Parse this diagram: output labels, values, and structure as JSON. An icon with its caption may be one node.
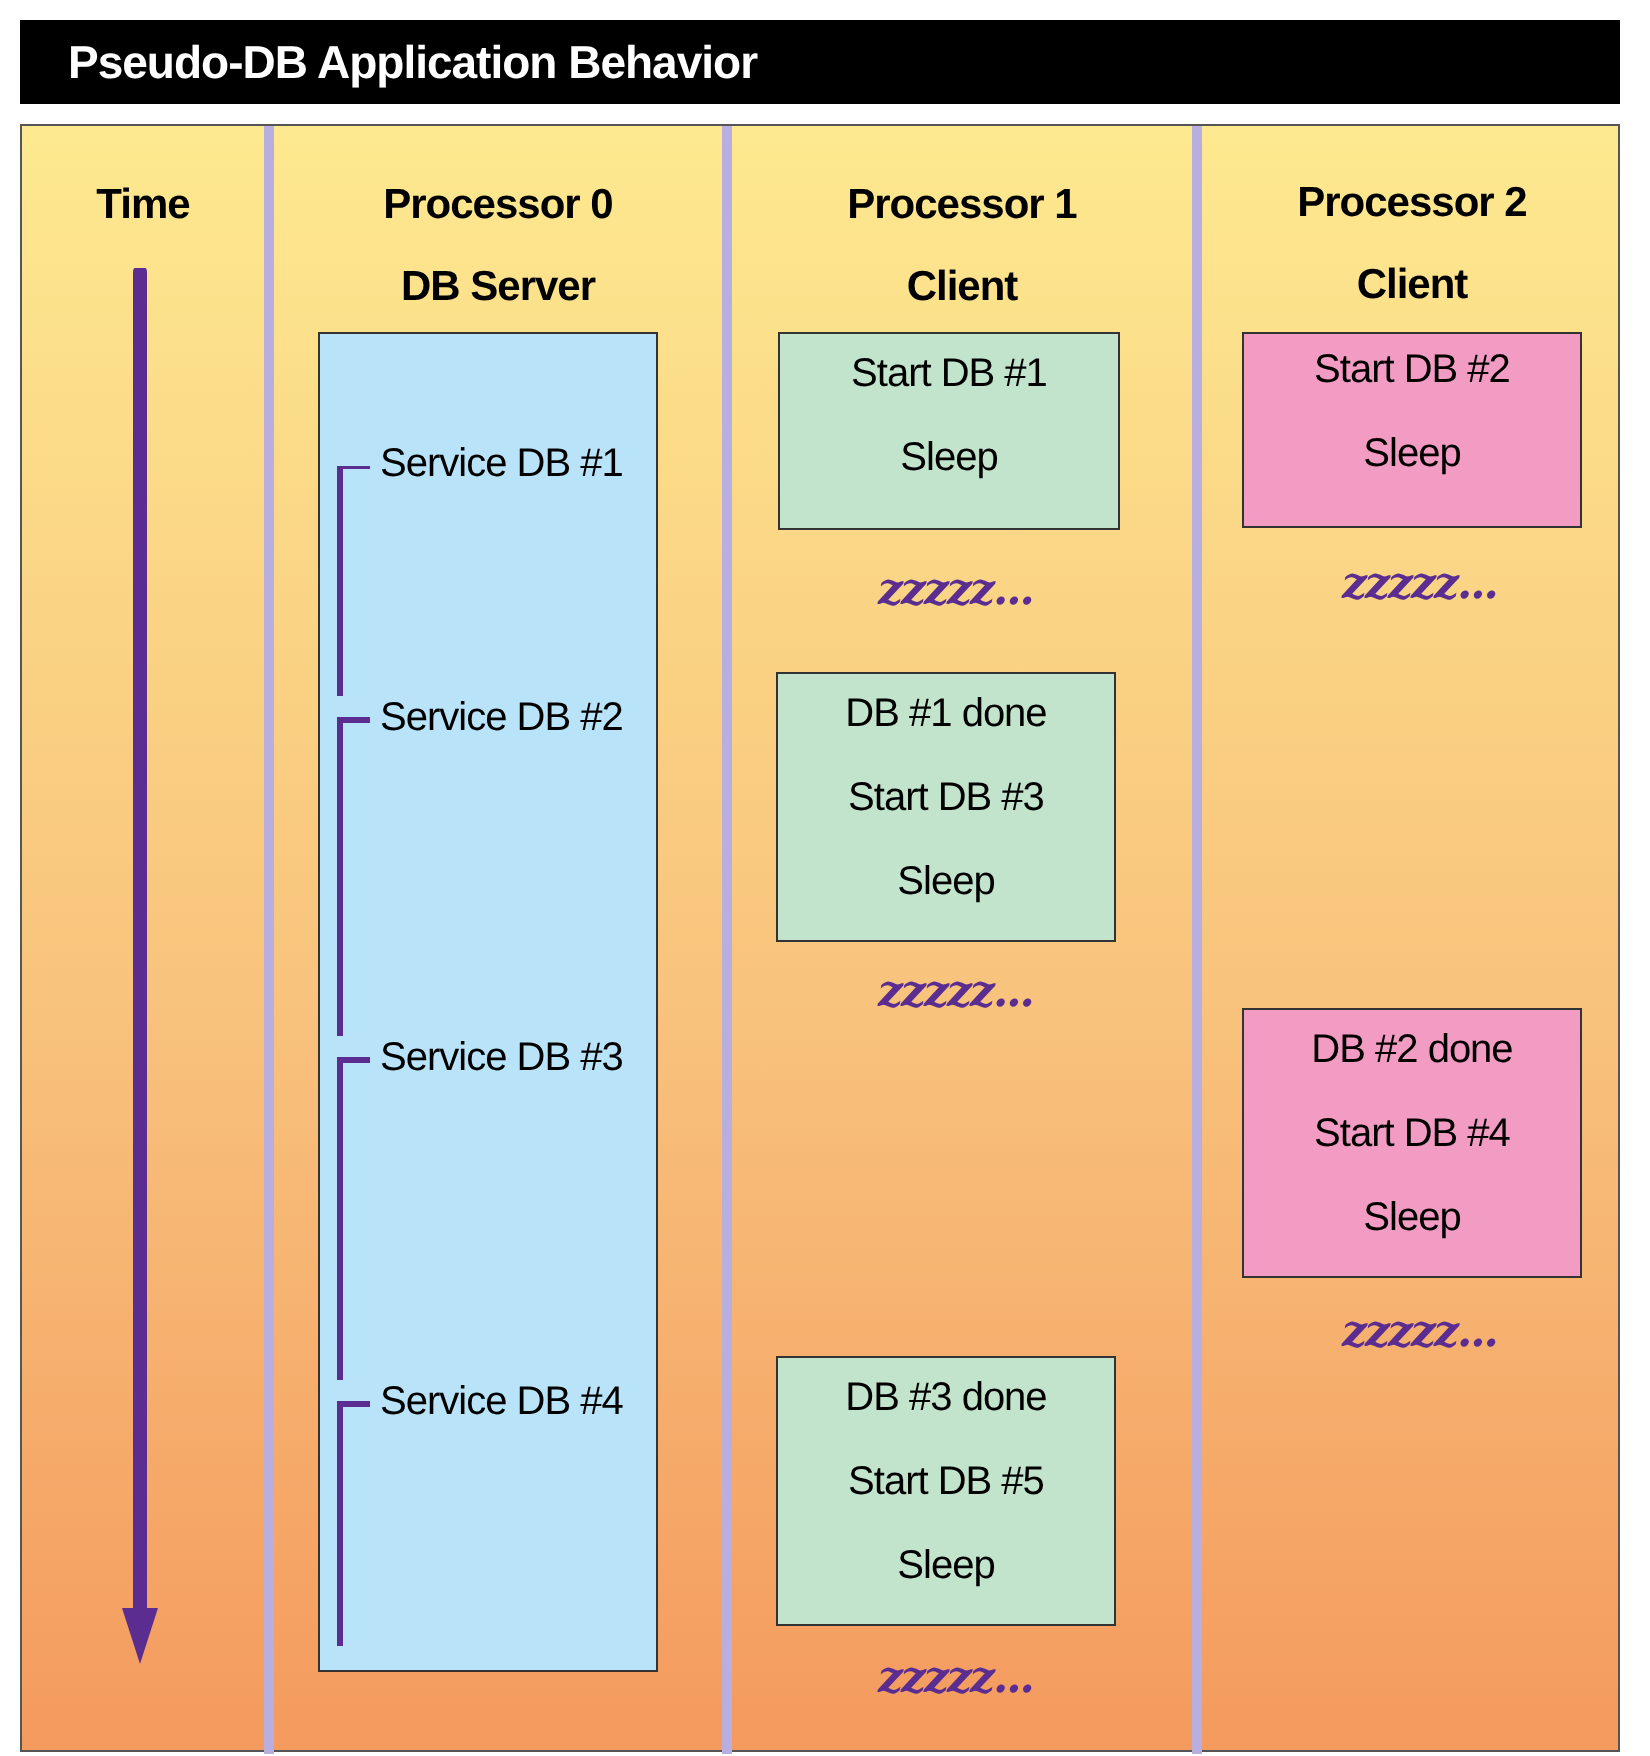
{
  "diagram": {
    "title": "Pseudo-DB Application Behavior",
    "nodes": [
      {
        "text": [
          "Time"
        ]
      },
      {
        "text": [
          "Processor 0",
          "DB Server"
        ]
      },
      {
        "text": [
          "Service DB #1",
          "Service DB #2",
          "Service DB #3",
          "Service DB #4"
        ],
        "in": 1
      },
      {
        "text": [
          "Processor 1",
          "Client"
        ]
      },
      {
        "text": [
          "Start DB #1",
          "Sleep"
        ],
        "in": 3
      },
      {
        "text": [
          "DB #1 done",
          "Start DB #3",
          "Sleep"
        ],
        "in": 3
      },
      {
        "text": [
          "DB #3 done",
          "Start DB #5",
          "Sleep"
        ],
        "in": 3
      },
      {
        "text": [
          "Processor 2",
          "Client"
        ]
      },
      {
        "text": [
          "Start DB #2",
          "Sleep"
        ],
        "in": 7
      },
      {
        "text": [
          "DB #2 done",
          "Start DB #4",
          "Sleep"
        ],
        "in": 7
      }
    ],
    "edges": [],
    "labels": [
      "zzzzz...",
      "zzzzz...",
      "zzzzz...",
      "zzzzz...",
      "zzzzz..."
    ]
  }
}
